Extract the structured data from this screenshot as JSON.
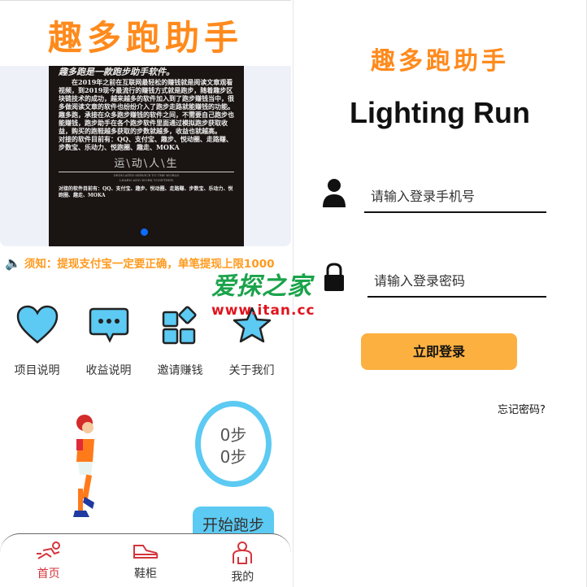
{
  "left": {
    "app_title": "趣多跑助手",
    "poster": {
      "heading": "趣多跑是一款跑步助手软件。",
      "para1": "在2019年之前在互联网最轻松的赚钱就是阅读文章观看视频，到2019现今最流行的赚钱方式就是跑步，随着趣步区块链技术的成功，越来越多的软件加入到了跑步赚钱当中，很多做阅读文章的软件也纷纷介入了跑步走路就能赚钱的功能。",
      "para2": "趣多跑，承接在众多跑步赚钱的软件之间，不需要自己跑步也能赚钱，跑步助手在各个跑步软件里面通过模拟跑步获取收益，购买的跑鞋越多获取的步数就越多，收益也就越高。",
      "para3": "对接的软件目前有：QQ、支付宝、趣步、悦动圈、走路赚、步数宝、乐动力、悦跑圈、趣走、MOKA",
      "slogan": "运\\动\\人\\生",
      "sub1": "DEDICATED SERVICE TO THE WORLD",
      "sub2": "LEARN AND WORK TOGETHER",
      "footer": "对接的软件目前有：QQ、支付宝、趣步、悦动圈、走路赚、步数宝、乐动力、悦跑圈、趣走、MOKA"
    },
    "notice": "须知：提现支付宝一定要正确，单笔提现上限1000",
    "menu": [
      {
        "label": "项目说明",
        "icon": "heart-icon"
      },
      {
        "label": "收益说明",
        "icon": "chat-bubble-icon"
      },
      {
        "label": "邀请赚钱",
        "icon": "grid-icon"
      },
      {
        "label": "关于我们",
        "icon": "star-icon"
      }
    ],
    "steps": [
      "0步",
      "0步"
    ],
    "start_button": "开始跑步",
    "tabs": [
      {
        "label": "首页",
        "icon": "runner-icon",
        "active": true
      },
      {
        "label": "鞋柜",
        "icon": "shoe-icon"
      },
      {
        "label": "我的",
        "icon": "person-icon"
      }
    ],
    "colors": {
      "accent": "#ff8a1c",
      "ring": "#5ccaf2",
      "active_tab": "#d4343b"
    }
  },
  "right": {
    "app_title": "趣多跑助手",
    "brand": "Lighting Run",
    "phone_placeholder": "请输入登录手机号",
    "password_placeholder": "请输入登录密码",
    "login_button": "立即登录",
    "forgot": "忘记密码?",
    "colors": {
      "button": "#fbb040"
    }
  },
  "watermark": {
    "name": "爱探之家",
    "url": "www.itan.cc"
  }
}
